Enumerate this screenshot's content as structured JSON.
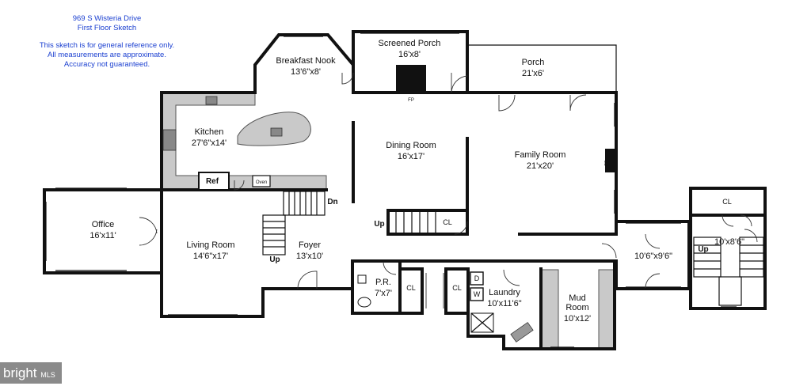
{
  "disclaimer": {
    "address": "969 S Wisteria Drive",
    "floor": "First Floor Sketch",
    "note1": "This sketch is for general reference only.",
    "note2": "All measurements are approximate.",
    "note3": "Accuracy not guaranteed."
  },
  "rooms": [
    {
      "id": "breakfast-nook",
      "name": "Breakfast Nook",
      "dim": "13'6\"x8'"
    },
    {
      "id": "screened-porch",
      "name": "Screened Porch",
      "dim": "16'x8'"
    },
    {
      "id": "porch",
      "name": "Porch",
      "dim": "21'x6'"
    },
    {
      "id": "kitchen",
      "name": "Kitchen",
      "dim": "27'6\"x14'"
    },
    {
      "id": "dining-room",
      "name": "Dining Room",
      "dim": "16'x17'"
    },
    {
      "id": "family-room",
      "name": "Family Room",
      "dim": "21'x20'"
    },
    {
      "id": "office",
      "name": "Office",
      "dim": "16'x11'"
    },
    {
      "id": "living-room",
      "name": "Living Room",
      "dim": "14'6\"x17'"
    },
    {
      "id": "foyer",
      "name": "Foyer",
      "dim": "13'x10'"
    },
    {
      "id": "powder-room",
      "name": "P.R.",
      "dim": "7'x7'"
    },
    {
      "id": "laundry",
      "name": "Laundry",
      "dim": "10'x11'6\""
    },
    {
      "id": "mud-room",
      "name": "Mud",
      "dim": "Room"
    },
    {
      "id": "mud-room-dim",
      "name": "",
      "dim": "10'x12'"
    },
    {
      "id": "hall",
      "name": "",
      "dim": "10'6\"x9'6\""
    },
    {
      "id": "stair-room",
      "name": "",
      "dim": "10'x8'6\""
    }
  ],
  "labels": {
    "ref": "Ref",
    "oven": "Oven",
    "dn": "Dn",
    "up": "Up",
    "cl": "CL",
    "washer": "W",
    "dryer": "D",
    "fp": "FP"
  },
  "branding": {
    "logo": "bright",
    "mls": "MLS"
  }
}
